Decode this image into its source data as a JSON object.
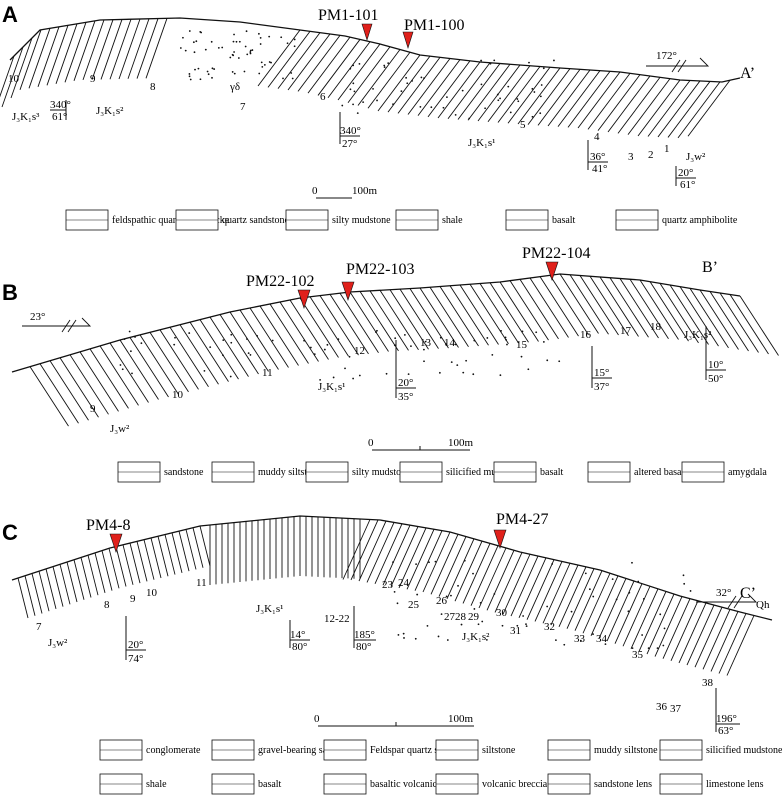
{
  "profiles": [
    {
      "panel": "A",
      "end_label": "A’",
      "azimuth": "172°",
      "points": [
        {
          "name": "PM1-101"
        },
        {
          "name": "PM1-100"
        }
      ],
      "units": [
        "10",
        "9",
        "8",
        "7",
        "6",
        "5",
        "4",
        "3",
        "2",
        "1"
      ],
      "formations": [
        "J₃K₁s³",
        "J₃K₁s²",
        "γδ",
        "J₃K₁s¹",
        "J₃w²"
      ],
      "attitudes": [
        {
          "az": "340°",
          "dip": "61°"
        },
        {
          "az": "340°",
          "dip": "27°"
        },
        {
          "az": "36°",
          "dip": "41°"
        },
        {
          "az": "20°",
          "dip": "61°"
        }
      ],
      "scale": {
        "zero": "0",
        "max": "100m"
      },
      "legend": [
        {
          "label": "feldspathic quartz greywacke"
        },
        {
          "label": "quartz sandstone"
        },
        {
          "label": "silty mudstone"
        },
        {
          "label": "shale"
        },
        {
          "label": "basalt"
        },
        {
          "label": "quartz amphibolite"
        }
      ]
    },
    {
      "panel": "B",
      "end_label": "B’",
      "azimuth": "23°",
      "points": [
        {
          "name": "PM22-102"
        },
        {
          "name": "PM22-103"
        },
        {
          "name": "PM22-104"
        }
      ],
      "units": [
        "9",
        "10",
        "11",
        "12",
        "13",
        "14",
        "15",
        "16",
        "17",
        "18"
      ],
      "formations": [
        "J₃w²",
        "J₃K₁s¹",
        "J₃K₁s²"
      ],
      "attitudes": [
        {
          "az": "20°",
          "dip": "35°"
        },
        {
          "az": "15°",
          "dip": "37°"
        },
        {
          "az": "10°",
          "dip": "50°"
        }
      ],
      "scale": {
        "zero": "0",
        "max": "100m"
      },
      "legend": [
        {
          "label": "sandstone"
        },
        {
          "label": "muddy siltstone"
        },
        {
          "label": "silty mudstone"
        },
        {
          "label": "silicified mudstone"
        },
        {
          "label": "basalt"
        },
        {
          "label": "altered basalt"
        },
        {
          "label": "amygdala"
        }
      ]
    },
    {
      "panel": "C",
      "end_label": "C’",
      "azimuth": "32°",
      "points": [
        {
          "name": "PM4-8"
        },
        {
          "name": "PM4-27"
        }
      ],
      "units": [
        "7",
        "8",
        "9",
        "10",
        "11",
        "12-22",
        "23",
        "24",
        "25",
        "26",
        "2728",
        "29",
        "30",
        "31",
        "32",
        "33",
        "34",
        "35",
        "36",
        "37",
        "38"
      ],
      "formations": [
        "J₃w²",
        "J₃K₁s¹",
        "J₃K₁s²",
        "Qh"
      ],
      "attitudes": [
        {
          "az": "20°",
          "dip": "74°"
        },
        {
          "az": "14°",
          "dip": "80°"
        },
        {
          "az": "185°",
          "dip": "80°"
        },
        {
          "az": "196°",
          "dip": "63°"
        }
      ],
      "scale": {
        "zero": "0",
        "max": "100m"
      },
      "legend": [
        {
          "label": "conglomerate"
        },
        {
          "label": "gravel-bearing sandstone"
        },
        {
          "label": "Feldspar quartz sandstone"
        },
        {
          "label": "siltstone"
        },
        {
          "label": "muddy siltstone"
        },
        {
          "label": "silicified mudstone"
        },
        {
          "label": "shale"
        },
        {
          "label": "basalt"
        },
        {
          "label": "basaltic volcanic breccia"
        },
        {
          "label": "volcanic breccia"
        },
        {
          "label": "sandstone lens"
        },
        {
          "label": "limestone lens"
        }
      ]
    }
  ],
  "colors": {
    "marker": "#e0201b",
    "line": "#111111"
  }
}
